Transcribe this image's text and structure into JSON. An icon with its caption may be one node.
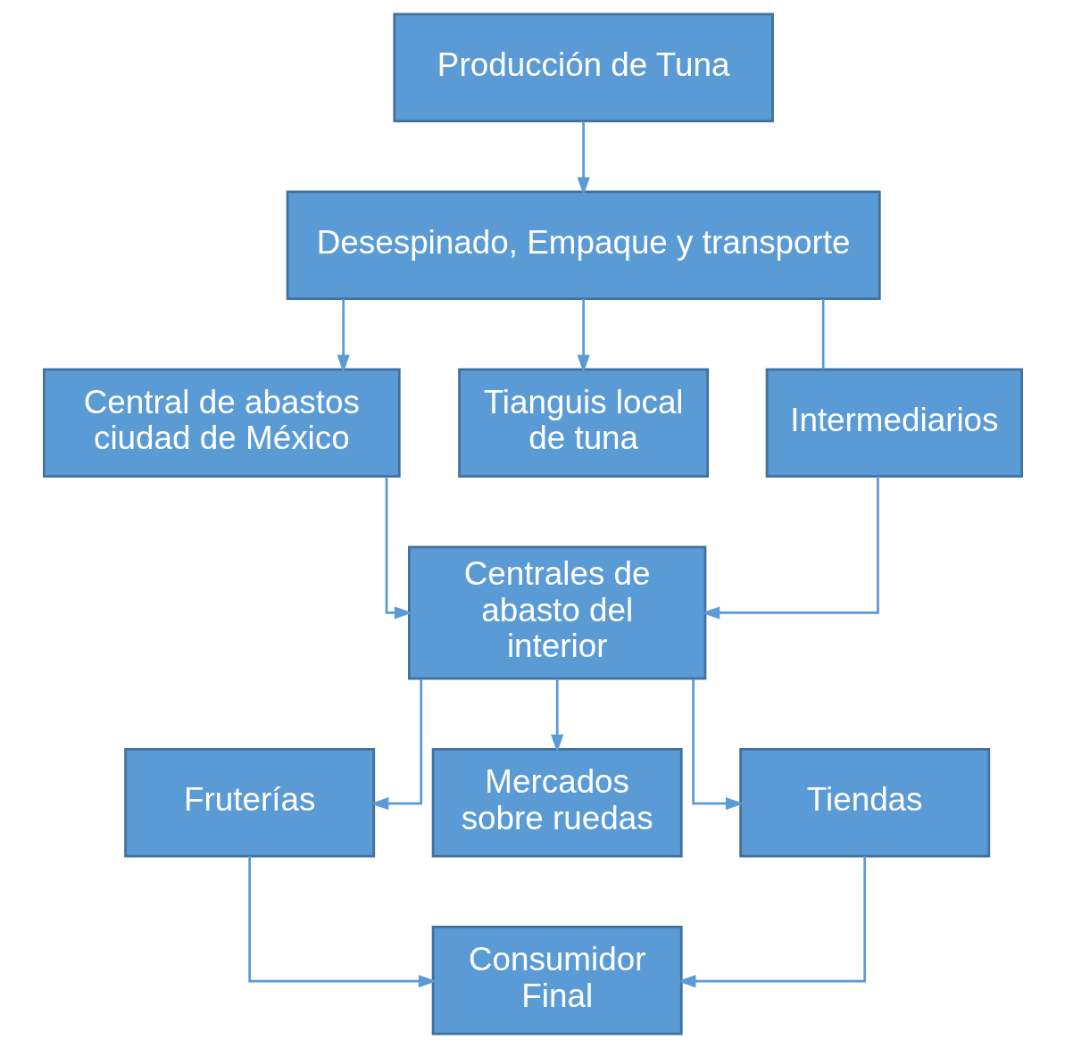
{
  "diagram": {
    "nodes": [
      {
        "text": [
          "Producción de Tuna"
        ]
      },
      {
        "text": [
          "Desespinado, Empaque y transporte"
        ]
      },
      {
        "text": [
          "Central de abastos ciudad de México"
        ]
      },
      {
        "text": [
          "Tianguis local de tuna"
        ]
      },
      {
        "text": [
          "Intermediarios"
        ]
      },
      {
        "text": [
          "Centrales de abasto del interior"
        ]
      },
      {
        "text": [
          "Fruterías"
        ]
      },
      {
        "text": [
          "Mercados sobre ruedas"
        ]
      },
      {
        "text": [
          "Tiendas"
        ]
      },
      {
        "text": [
          "Consumidor Final"
        ]
      }
    ],
    "edges": [
      {
        "from": 0,
        "to": 1,
        "arrow": "to"
      },
      {
        "from": 1,
        "to": 2,
        "arrow": "to"
      },
      {
        "from": 1,
        "to": 3,
        "arrow": "to"
      },
      {
        "from": 1,
        "to": 4,
        "arrow": "none"
      },
      {
        "from": 4,
        "to": 5,
        "arrow": "to"
      },
      {
        "from": 2,
        "to": 5,
        "arrow": "to"
      },
      {
        "from": 5,
        "to": 6,
        "arrow": "to"
      },
      {
        "from": 5,
        "to": 7,
        "arrow": "to"
      },
      {
        "from": 5,
        "to": 8,
        "arrow": "to"
      },
      {
        "from": 6,
        "to": 9,
        "arrow": "to"
      },
      {
        "from": 8,
        "to": 9,
        "arrow": "to"
      }
    ]
  }
}
